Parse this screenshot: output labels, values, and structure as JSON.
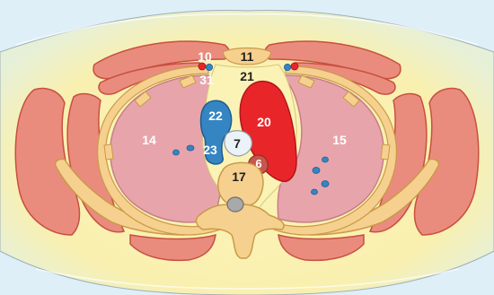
{
  "labels": {
    "l10": "10",
    "l11": "11",
    "l21": "21",
    "l31": "31",
    "l22": "22",
    "l20": "20",
    "l14": "14",
    "l23": "23",
    "l7": "7",
    "l6": "6",
    "l15": "15",
    "l17": "17"
  },
  "colors": {
    "background": "#dfeff8",
    "body_fill": "#fbf3b5",
    "skin_glow": "#f5f7c8",
    "muscle": "#e98c7e",
    "muscle_outline": "#c8503f",
    "bone": "#f6d08e",
    "bone_outline": "#c99a48",
    "lung": "#e7a5ab",
    "lung_outline": "#c77e86",
    "aorta": "#e8262a",
    "vein": "#3585c3",
    "trachea": "#ecf3f8",
    "esophagus": "#c7574d",
    "mediastinum": "#fbf3b5",
    "spinal_canal": "#aaa9a9"
  }
}
